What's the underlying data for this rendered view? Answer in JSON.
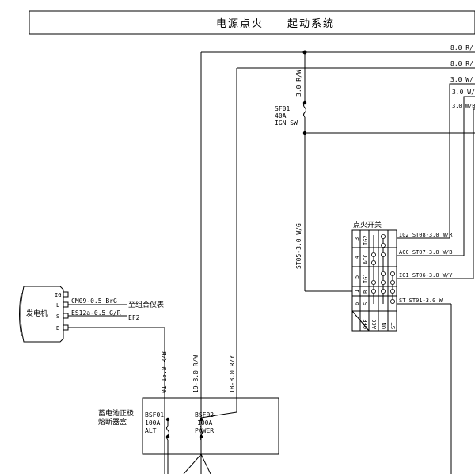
{
  "title": "电源点火　　起动系统",
  "wires_right": [
    "8.0 R/",
    "8.0 R/",
    "3.0 W/",
    "3.0 W/",
    "3.0 W/B"
  ],
  "fuse_main": {
    "wire_above": "3.0 R/W",
    "lines": [
      "SF01",
      "40A",
      "IGN SW"
    ],
    "wire_below": "ST05-3.0 W/G"
  },
  "ignition_switch": {
    "title": "点火开关",
    "rows": [
      "IG2",
      "ACC",
      "IG1",
      "B",
      "S"
    ],
    "row_numbers": [
      "3",
      "4",
      "5",
      "1",
      "6"
    ],
    "positions": [
      "OFF",
      "ACC",
      "ON",
      "ST"
    ],
    "outputs": [
      "IG2 ST08-3.0 W/R",
      "ACC ST07-3.0 W/B",
      "IG1 ST06-3.0 W/Y",
      "ST ST01-3.0 W"
    ]
  },
  "alternator": {
    "label": "发电机",
    "pins": [
      "IG",
      "L",
      "S",
      "B"
    ],
    "wire_l": "CM09-0.5 BrG",
    "wire_l_dest": "至组合仪表",
    "wire_s": "ES12a-0.5 G/R",
    "wire_s_dest": "EF2"
  },
  "vertical_wires": [
    "01-15.0 R/B",
    "19-8.0 R/W",
    "18-8.0 R/Y"
  ],
  "fuse_box": {
    "label_lines": [
      "蓄电池正极",
      "熔断器盒"
    ],
    "fuse1": [
      "BSF01",
      "100A",
      "ALT"
    ],
    "fuse2": [
      "BSF02",
      "100A",
      "POWER"
    ]
  }
}
